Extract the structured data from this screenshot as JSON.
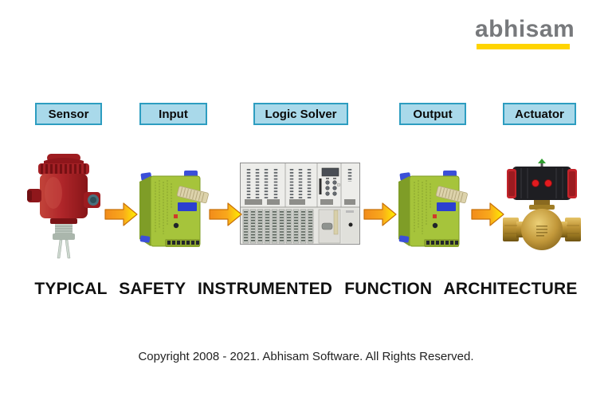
{
  "header": {
    "logo_text": "abhisam"
  },
  "stages": [
    {
      "label": "Sensor",
      "icon": "level-sensor-image"
    },
    {
      "label": "Input",
      "icon": "safety-input-module-image"
    },
    {
      "label": "Logic Solver",
      "icon": "plc-rack-image"
    },
    {
      "label": "Output",
      "icon": "safety-output-module-image"
    },
    {
      "label": "Actuator",
      "icon": "actuated-ball-valve-image"
    }
  ],
  "flow": {
    "arrow_count": 4,
    "direction": "right"
  },
  "title": "TYPICAL SAFETY INSTRUMENTED FUNCTION ARCHITECTURE",
  "footer": {
    "copyright": "Copyright 2008 - 2021. Abhisam Software. All Rights Reserved."
  },
  "colors": {
    "stage_box_fill": "#A9D9EA",
    "stage_box_border": "#2D9DC0",
    "arrow_orange": "#F28C1B",
    "arrow_yellow": "#FFF200",
    "logo_text": "#77797C",
    "logo_underline": "#FFD400"
  }
}
